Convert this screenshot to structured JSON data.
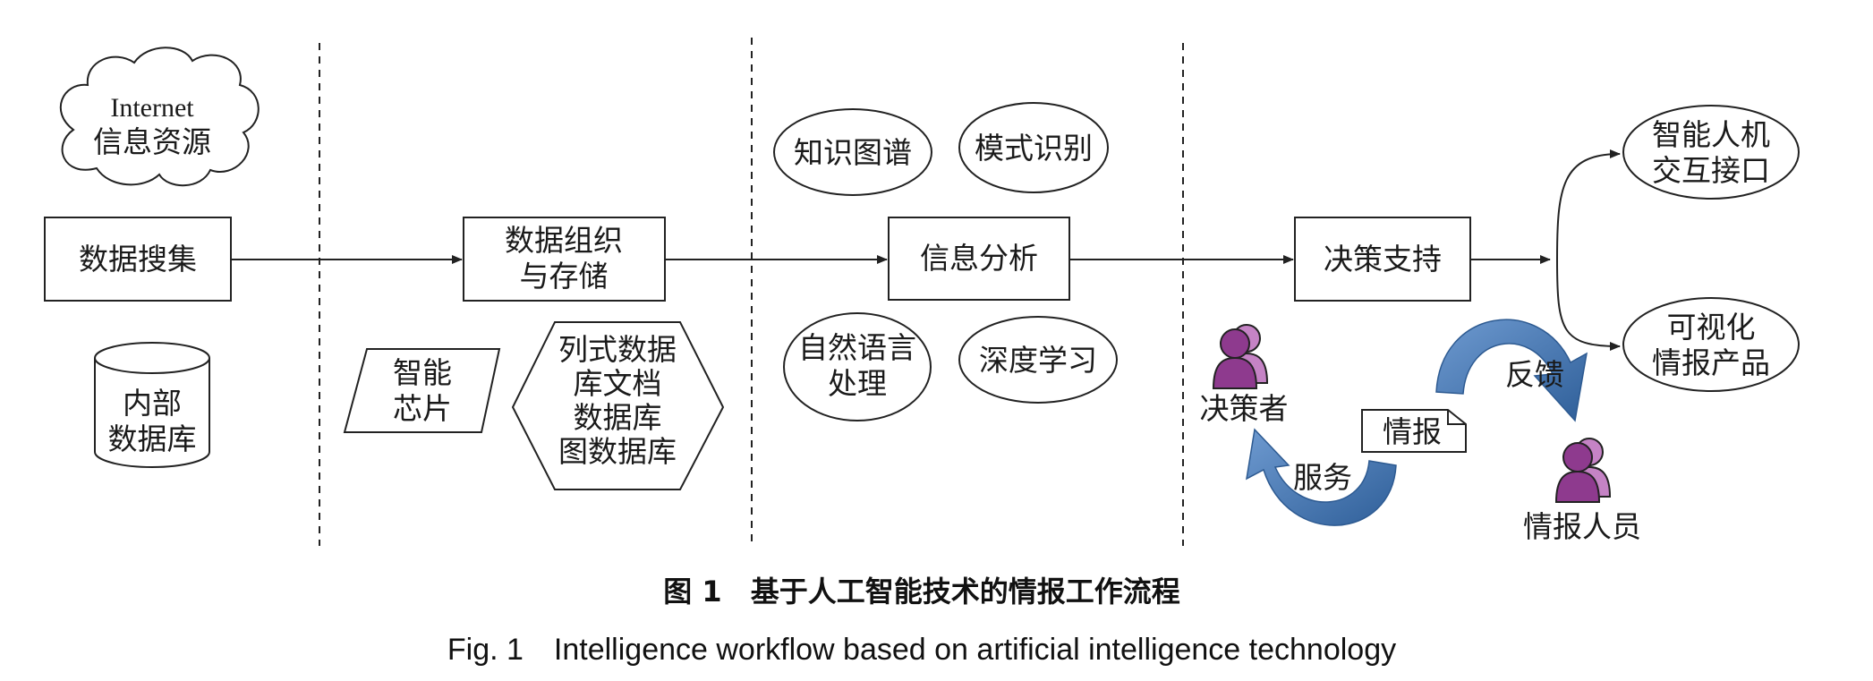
{
  "nodes": {
    "cloud": {
      "line1": "Internet",
      "line2": "信息资源"
    },
    "collect": {
      "label": "数据搜集"
    },
    "internal_db": {
      "line1": "内部",
      "line2": "数据库"
    },
    "organize": {
      "line1": "数据组织",
      "line2": "与存储"
    },
    "chip": {
      "line1": "智能",
      "line2": "芯片"
    },
    "stores": {
      "line1": "列式数据",
      "line2": "库文档",
      "line3": "数据库",
      "line4": "图数据库"
    },
    "knowledge_graph": {
      "label": "知识图谱"
    },
    "pattern_recognition": {
      "label": "模式识别"
    },
    "analysis": {
      "label": "信息分析"
    },
    "nlp": {
      "line1": "自然语言",
      "line2": "处理"
    },
    "deep_learning": {
      "label": "深度学习"
    },
    "decision_support": {
      "label": "决策支持"
    },
    "hci": {
      "line1": "智能人机",
      "line2": "交互接口"
    },
    "visual_product": {
      "line1": "可视化",
      "line2": "情报产品"
    },
    "decision_maker": {
      "label": "决策者"
    },
    "intel_doc": {
      "label": "情报"
    },
    "feedback": {
      "label": "反馈"
    },
    "service": {
      "label": "服务"
    },
    "analyst": {
      "label": "情报人员"
    }
  },
  "colors": {
    "person": "#8e3a8e",
    "person_light": "#c583c5",
    "loop_arrow": "#3c6ea8",
    "loop_arrow_light": "#6e9ad0"
  },
  "icons": {
    "person": "user-group-icon"
  },
  "caption": {
    "cn": "图 1　基于人工智能技术的情报工作流程",
    "en": "Fig. 1　Intelligence workflow based on artificial intelligence technology"
  }
}
